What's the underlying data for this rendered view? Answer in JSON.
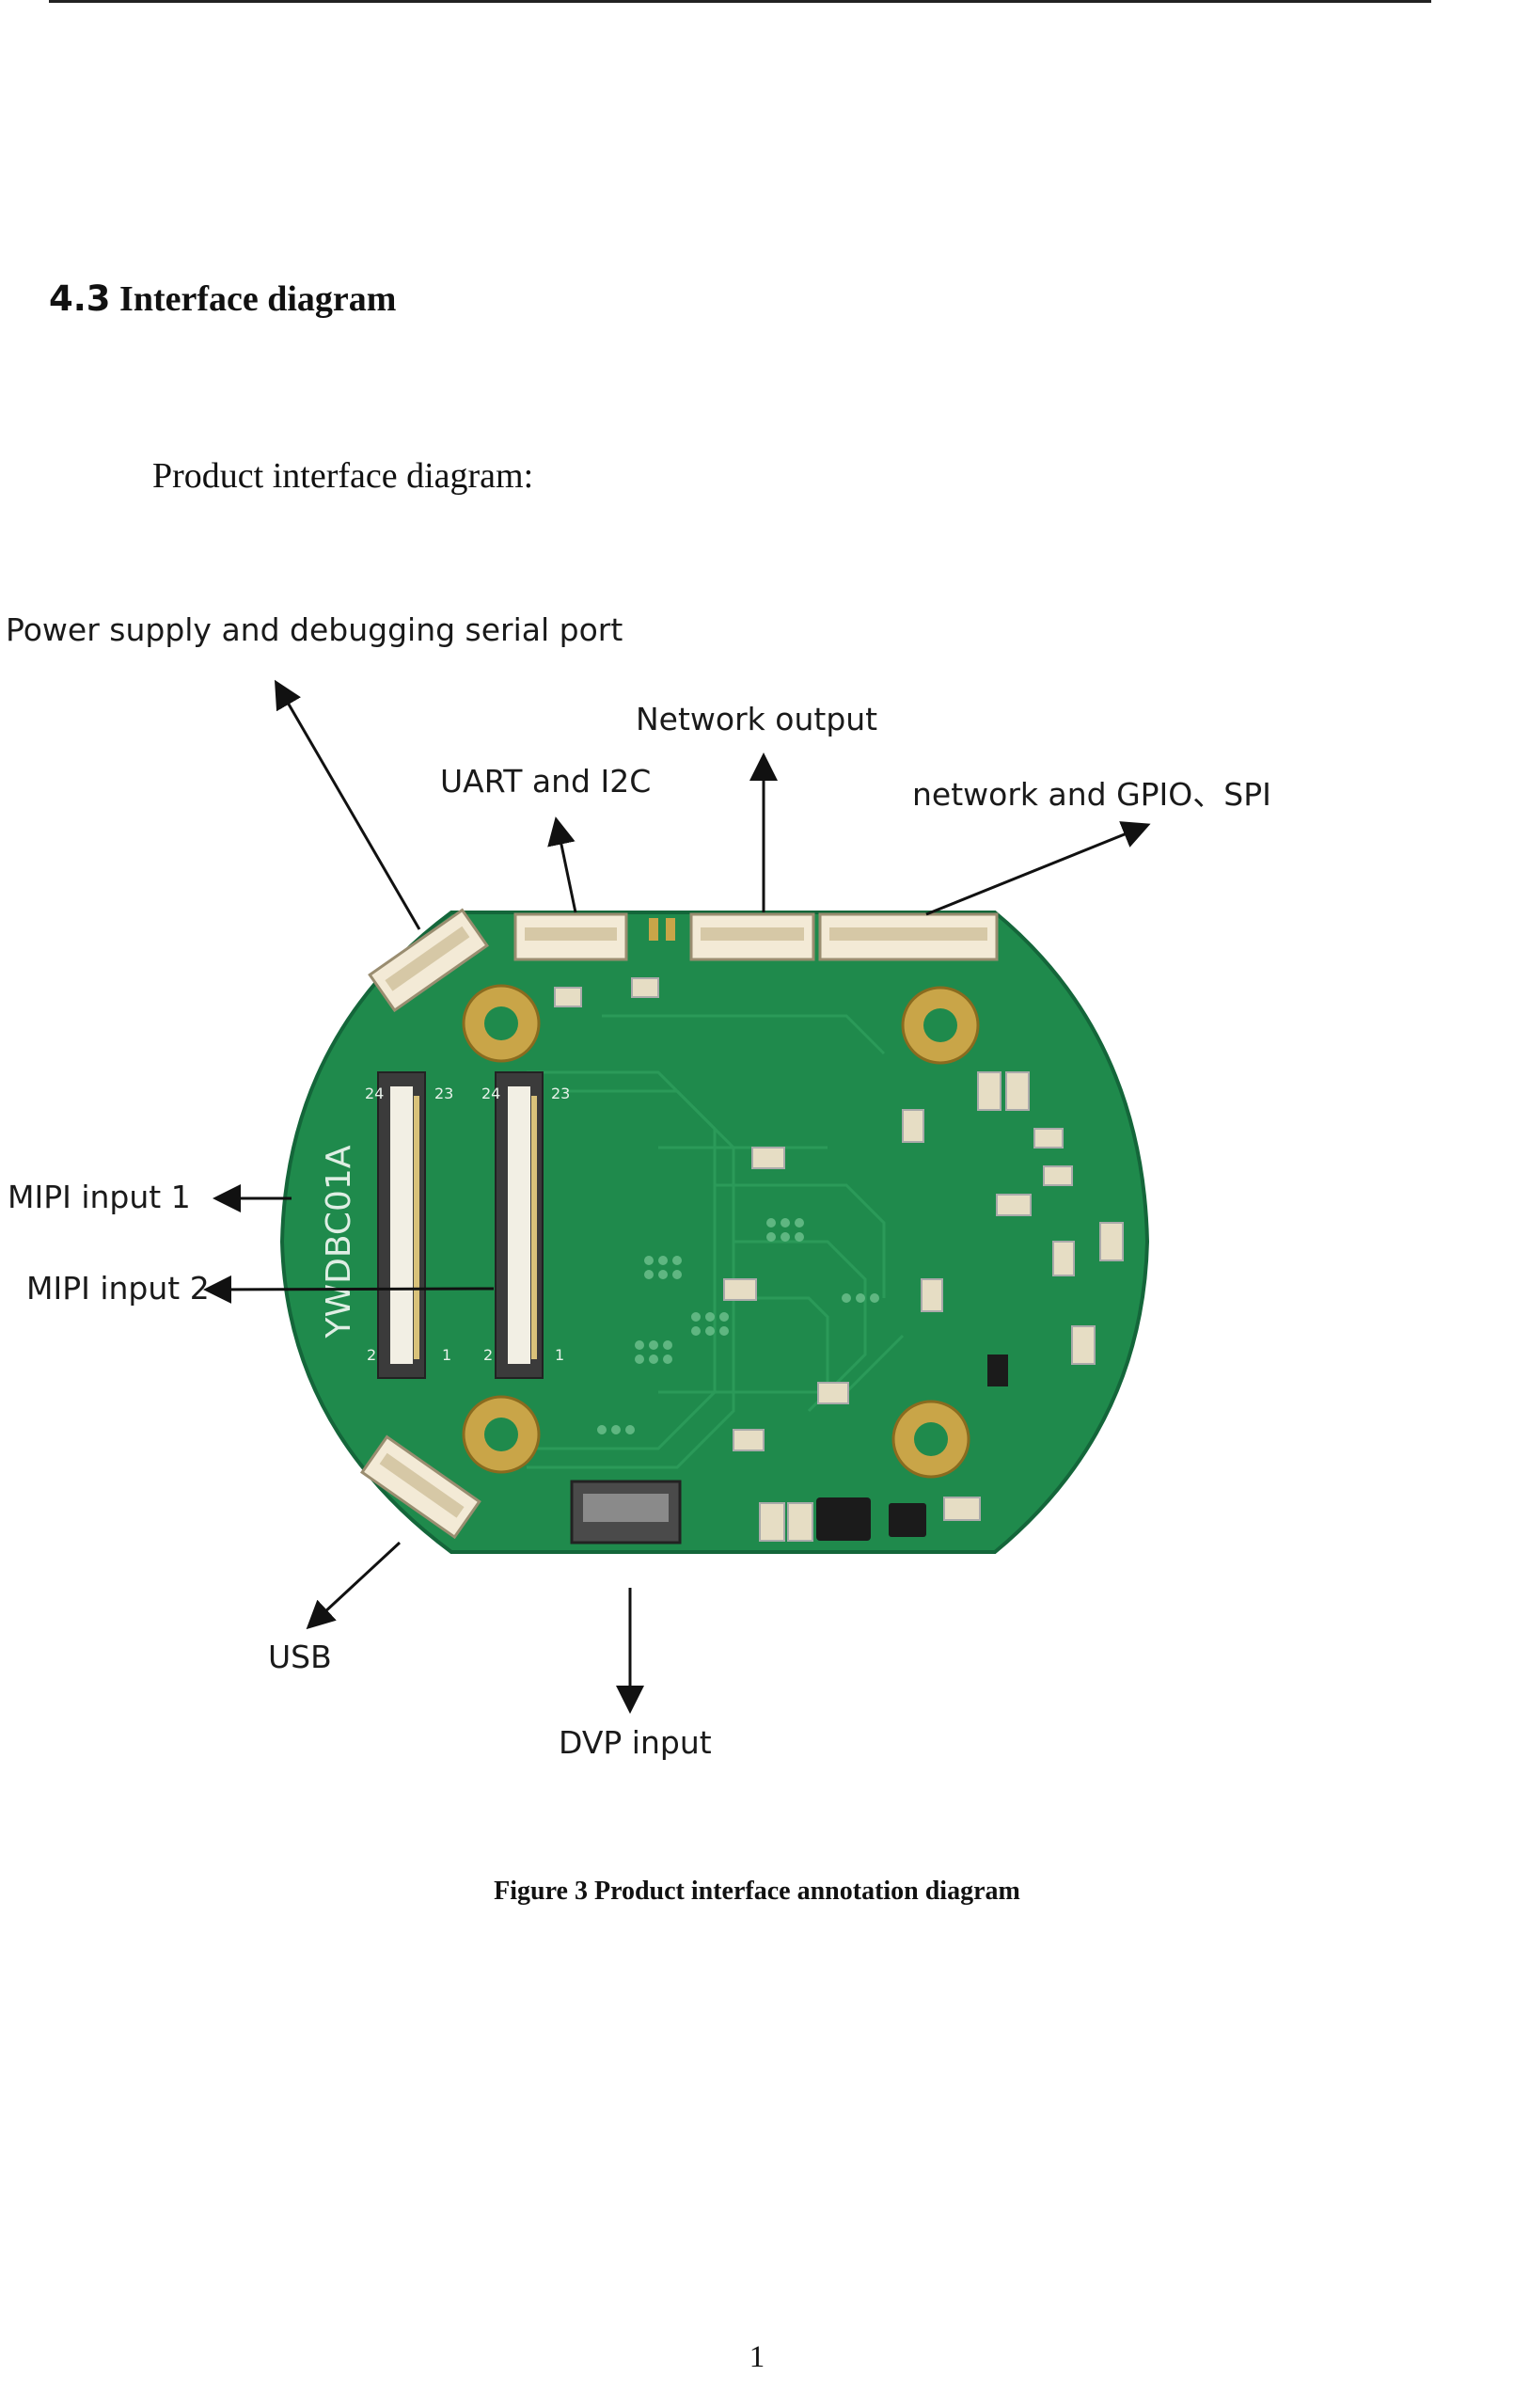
{
  "document": {
    "section_number": "4.3",
    "section_title": "Interface diagram",
    "intro": "Product interface diagram:",
    "caption": "Figure 3 Product interface annotation diagram",
    "page_number": "1"
  },
  "figure": {
    "board_silkscreen": "YWDBC01A",
    "connector_pin_labels": [
      "24",
      "23",
      "24",
      "23",
      "2",
      "1",
      "2",
      "1"
    ],
    "callouts": {
      "power_debug": "Power supply and debugging serial port",
      "network_output": "Network output",
      "uart_i2c": "UART and I2C",
      "network_gpio_spi": "network and GPIO、SPI",
      "mipi_input_1": "MIPI input 1",
      "mipi_input_2": "MIPI input 2",
      "usb": "USB",
      "dvp_input": "DVP input"
    },
    "colors": {
      "pcb_green": "#1f8a4c",
      "mounting_hole_gold": "#c9a548"
    }
  }
}
